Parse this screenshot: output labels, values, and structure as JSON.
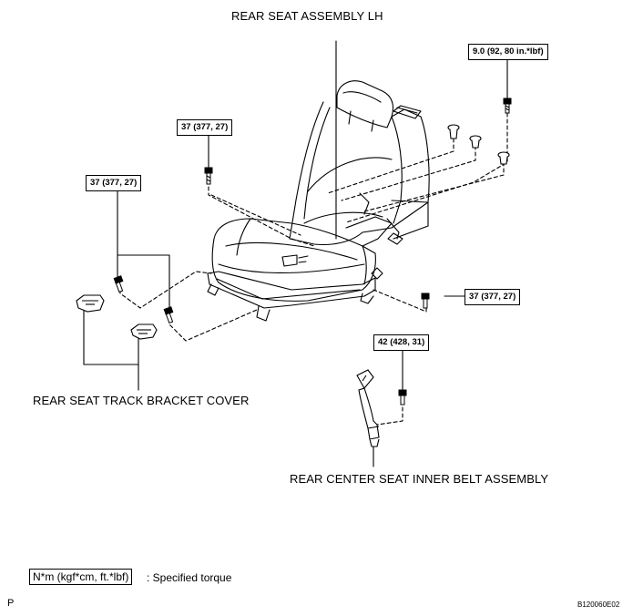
{
  "labels": {
    "rear_seat_assembly": "REAR SEAT ASSEMBLY LH",
    "bracket_cover": "REAR SEAT TRACK BRACKET COVER",
    "center_belt": "REAR CENTER SEAT INNER BELT ASSEMBLY"
  },
  "torques": {
    "top_right": "9.0 (92, 80 in.*lbf)",
    "upper_left": "37 (377, 27)",
    "left": "37 (377, 27)",
    "right": "37 (377, 27)",
    "belt": "42 (428, 31)"
  },
  "legend": {
    "unit": "N*m (kgf*cm, ft.*lbf)",
    "description": ": Specified torque"
  },
  "footer": {
    "page_letter": "P",
    "figure_code": "B120060E02"
  }
}
